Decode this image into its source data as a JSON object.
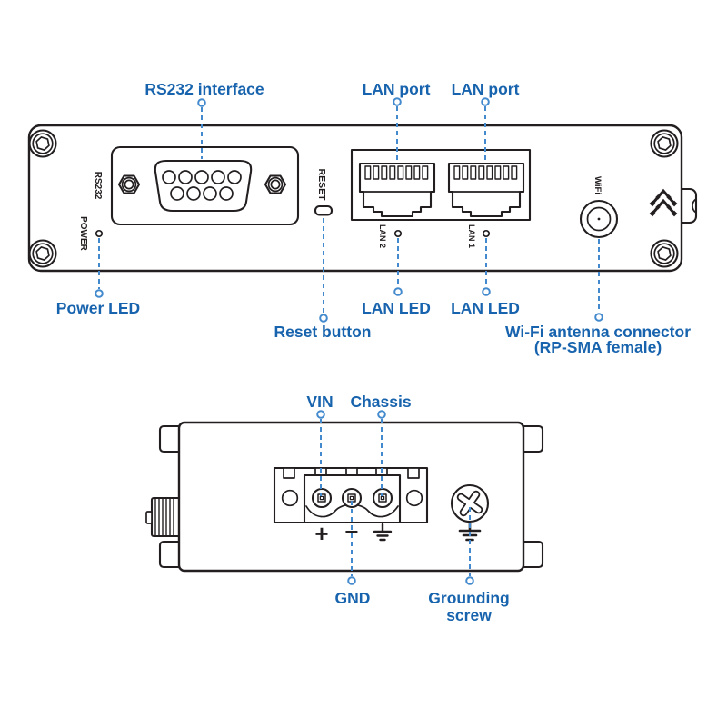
{
  "colors": {
    "line_art": "#231f20",
    "callout_text": "#1763ad",
    "leader_line": "#4289cd",
    "background": "#ffffff"
  },
  "top_view": {
    "callouts": {
      "rs232_interface": "RS232 interface",
      "lan_port_left": "LAN port",
      "lan_port_right": "LAN port",
      "power_led": "Power LED",
      "reset_button": "Reset button",
      "lan_led_left": "LAN LED",
      "lan_led_right": "LAN LED",
      "wifi_connector_line1": "Wi-Fi antenna connector",
      "wifi_connector_line2": "(RP-SMA female)"
    },
    "panel_markings": {
      "rs232": "RS232",
      "power": "POWER",
      "reset": "RESET",
      "lan2": "LAN 2",
      "lan1": "LAN 1",
      "wifi": "WiFi"
    }
  },
  "bottom_view": {
    "callouts": {
      "vin": "VIN",
      "chassis": "Chassis",
      "gnd": "GND",
      "grounding_screw_line1": "Grounding",
      "grounding_screw_line2": "screw"
    },
    "terminal_markings": {
      "plus": "+",
      "minus": "−"
    }
  }
}
